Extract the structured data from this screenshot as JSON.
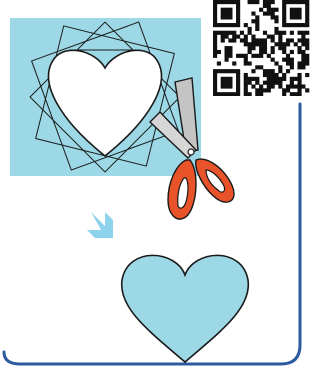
{
  "illustration": {
    "steps": [
      {
        "step": "cut",
        "description_icon": "scissors-icon"
      },
      {
        "step": "result",
        "description_icon": "heart-shape"
      }
    ],
    "colors": {
      "panel_fill": "#9cd8e6",
      "heart_result_fill": "#9cd8e6",
      "frame_line": "#2c5aa0",
      "scissors_handle": "#e8532a",
      "scissors_blade": "#b8b8b8",
      "arrow": "#8ed3ec",
      "outline": "#1a1a1a"
    },
    "icons": [
      "qr-code",
      "scissors-icon",
      "diagonal-arrow-icon",
      "heart-icon"
    ]
  }
}
